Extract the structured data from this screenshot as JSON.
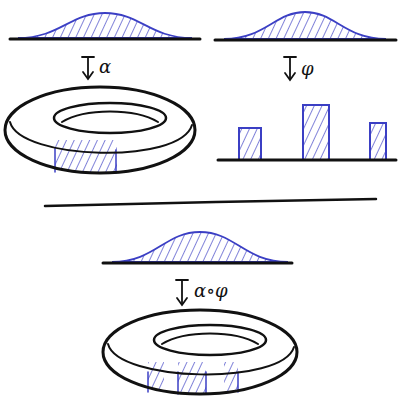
{
  "diagram": {
    "labels": [
      "α",
      "φ",
      "α∘φ"
    ]
  }
}
